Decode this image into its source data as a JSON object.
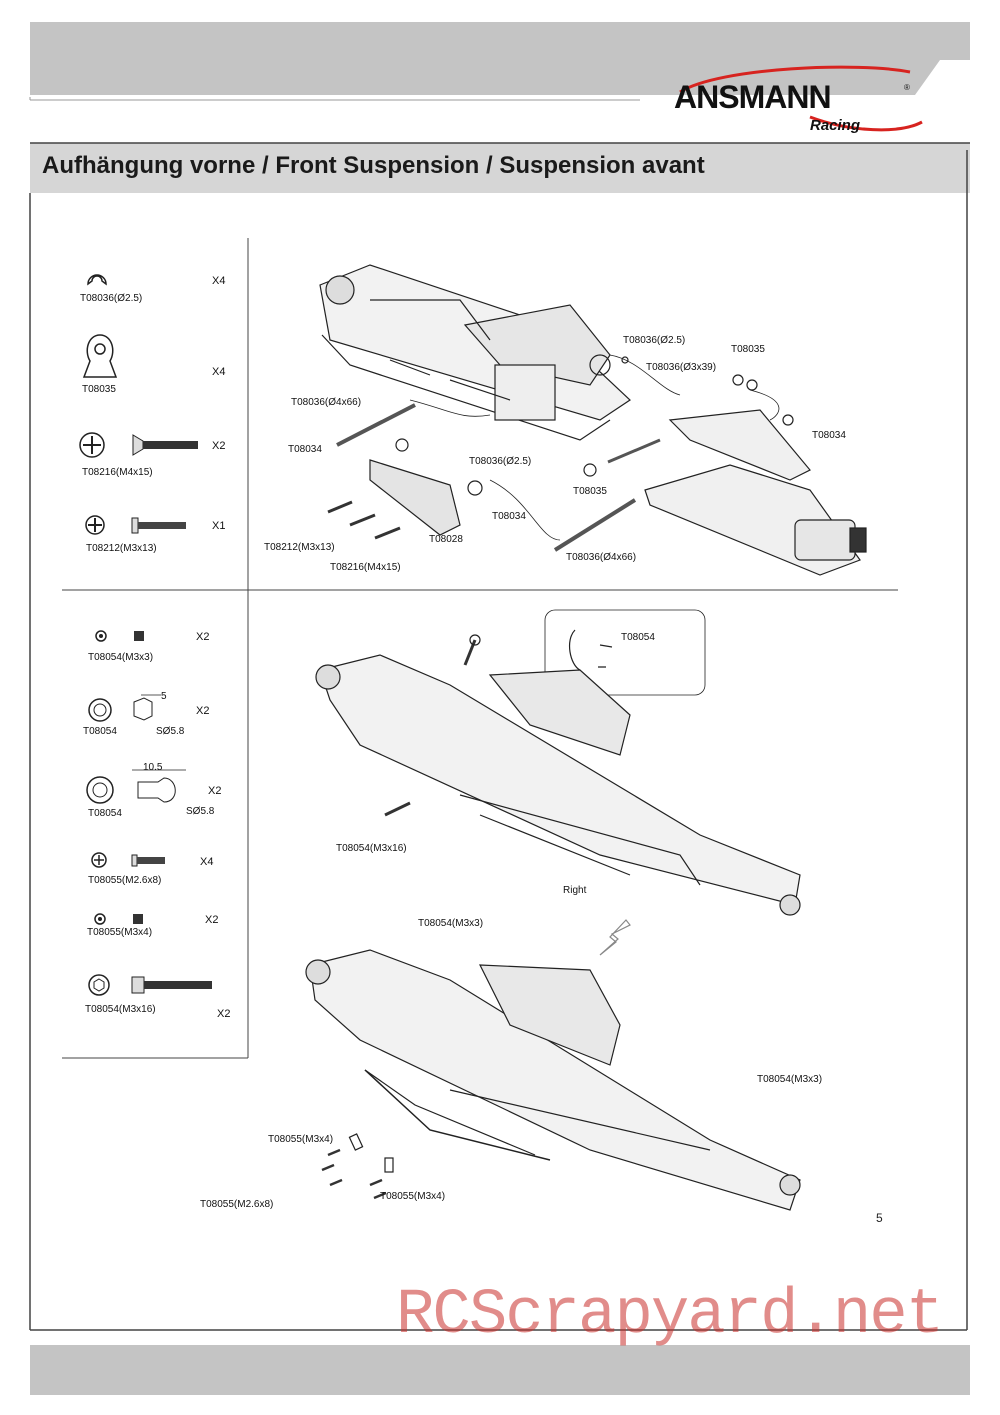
{
  "header": {
    "title": "Aufhängung vorne / Front Suspension / Suspension avant",
    "logo_text": "ANSMANN",
    "logo_sub": "RACING",
    "brand_color": "#d7231f"
  },
  "section1": {
    "parts": [
      {
        "code": "T08036(Ø2.5)",
        "qty": "X4",
        "icon": "e-clip-icon"
      },
      {
        "code": "T08035",
        "qty": "X4",
        "icon": "shim-clip-icon"
      },
      {
        "code": "T08216(M4x15)",
        "qty": "X2",
        "icon": "flat-head-screw-icon"
      },
      {
        "code": "T08212(M3x13)",
        "qty": "X1",
        "icon": "self-tapping-screw-icon"
      }
    ],
    "callouts": {
      "c1": "T08036(Ø2.5)",
      "c2": "T08035",
      "c3": "T08036(Ø3x39)",
      "c4": "T08036(Ø4x66)",
      "c5": "T08034",
      "c6": "T08034",
      "c7": "T08036(Ø2.5)",
      "c8": "T08035",
      "c9": "T08034",
      "c10": "T08212(M3x13)",
      "c11": "T08028",
      "c12": "T08216(M4x15)",
      "c13": "T08036(Ø4x66)"
    }
  },
  "section2": {
    "parts": [
      {
        "code": "T08054(M3x3)",
        "qty": "X2",
        "icon": "set-screw-icon"
      },
      {
        "code": "T08054",
        "qty": "X2",
        "icon": "ball-stud-short-icon",
        "dim1": "5",
        "dim2": "SØ5.8"
      },
      {
        "code": "T08054",
        "qty": "X2",
        "icon": "ball-stud-long-icon",
        "dim1": "10.5",
        "dim2": "SØ5.8"
      },
      {
        "code": "T08055(M2.6x8)",
        "qty": "X4",
        "icon": "self-tapping-screw-icon"
      },
      {
        "code": "T08055(M3x4)",
        "qty": "X2",
        "icon": "set-screw-icon"
      },
      {
        "code": "T08054(M3x16)",
        "qty": "X2",
        "icon": "cap-screw-icon"
      }
    ],
    "callouts": {
      "d1": "T08054",
      "d2": "T08054(M3x16)",
      "d3": "Right",
      "d4": "T08054(M3x3)",
      "d5": "T08054(M3x3)",
      "d6": "T08055(M3x4)",
      "d7": "T08055(M3x4)",
      "d8": "T08055(M2.6x8)"
    }
  },
  "page_number": "5",
  "watermark": "RCScrapyard.net"
}
